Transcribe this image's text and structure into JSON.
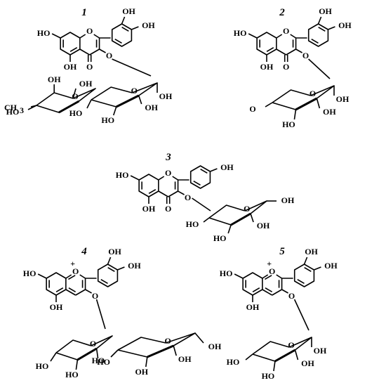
{
  "compounds": [
    {
      "number": "1"
    },
    {
      "number": "2"
    },
    {
      "number": "3"
    },
    {
      "number": "4"
    },
    {
      "number": "5"
    }
  ],
  "labels": {
    "oh": "OH",
    "ho": "HO",
    "o": "O",
    "methyl": "CH",
    "methyl_sub": "3",
    "plus": "+"
  }
}
